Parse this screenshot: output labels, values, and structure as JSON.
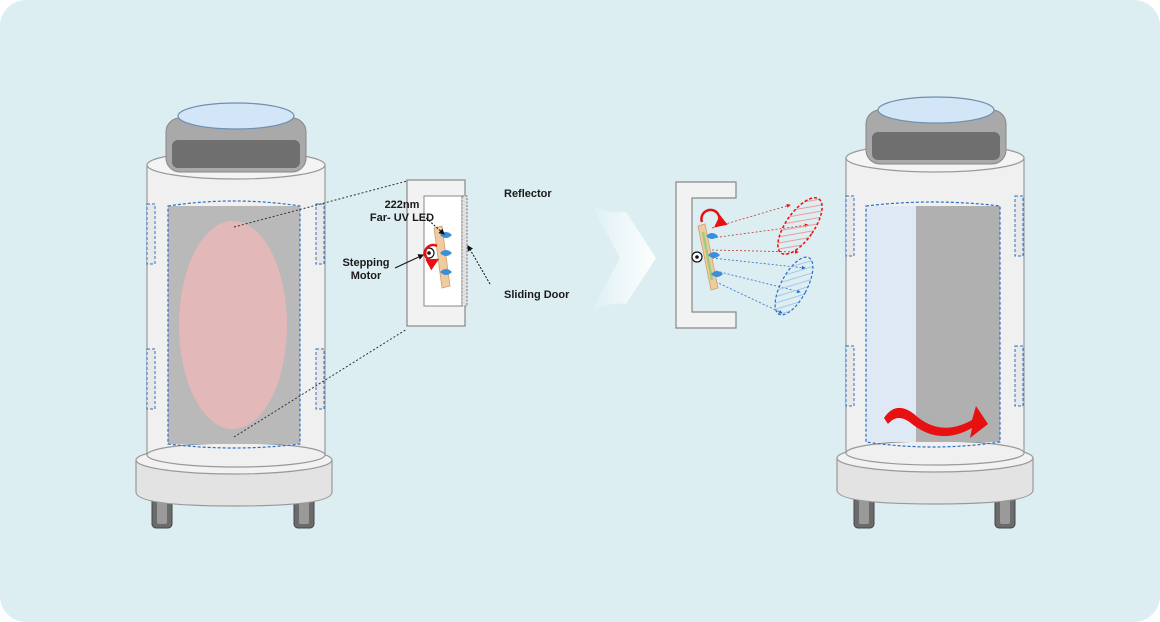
{
  "labels": {
    "led_line1": "222nm",
    "led_line2": "Far- UV LED",
    "motor_line1": "Stepping",
    "motor_line2": "Motor",
    "reflector": "Reflector",
    "sliding_door": "Sliding Door"
  },
  "colors": {
    "background": "#dceef2",
    "body": "#eeeeee",
    "outline": "#999999",
    "window_gray": "#b9b9b9",
    "beam_pink": "#e8b8b8",
    "dashed_blue": "#2b6fc4",
    "led_blue": "#3b8fd8",
    "arrow_red": "#e81010"
  },
  "icons": [
    "rotation-arrow-icon",
    "motor-axis-icon",
    "transition-chevron-icon"
  ]
}
